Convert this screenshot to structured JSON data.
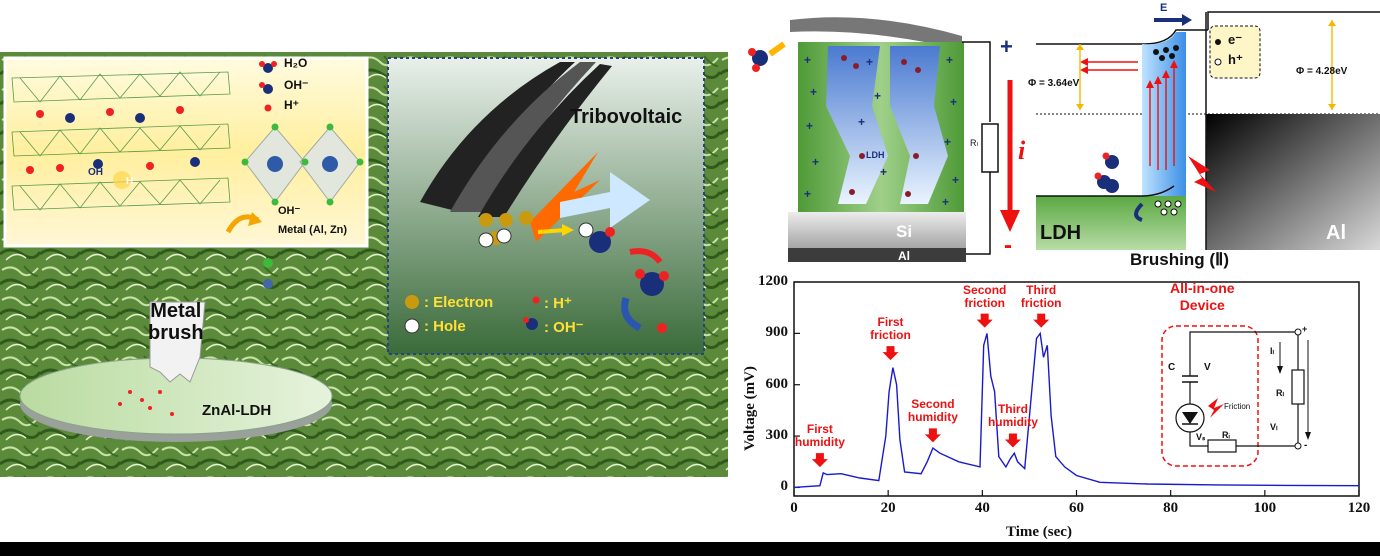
{
  "left_panel": {
    "legend_h2o": "H₂O",
    "legend_oh": "OH⁻",
    "legend_h": "H⁺",
    "legend_oh2": "OH⁻",
    "legend_metal": "Metal (Al, Zn)",
    "inlayer_oh": "OH",
    "inlayer_h": "H",
    "metal_brush": "Metal\nbrush",
    "device_label": "ZnAl-LDH"
  },
  "mid_panel": {
    "title": "Tribovoltaic",
    "legend_electron": ": Electron",
    "legend_hole": ": Hole",
    "legend_h": ": H⁺",
    "legend_oh": ": OH⁻"
  },
  "schematic": {
    "plus": "+",
    "minus": "-",
    "ldh_inner": "LDH",
    "si": "Si",
    "al": "Al",
    "rl": "Rₗ",
    "current": "i"
  },
  "band": {
    "field": "E",
    "phi_ldh": "Φ = 3.64eV",
    "phi_al": "Φ = 4.28eV",
    "legend_e": "e⁻",
    "legend_h": "h⁺",
    "ldh": "LDH",
    "al": "Al",
    "caption": "Brushing (Ⅱ)"
  },
  "chart_data": {
    "type": "line",
    "xlabel": "Time (sec)",
    "ylabel": "Voltage (mV)",
    "xlim": [
      0,
      120
    ],
    "ylim": [
      -50,
      1200
    ],
    "xticks": [
      "0",
      "20",
      "40",
      "60",
      "80",
      "100",
      "120"
    ],
    "yticks": [
      "0",
      "300",
      "600",
      "900",
      "1200"
    ],
    "series": [
      {
        "color": "#1a1acc",
        "x": [
          0,
          5.5,
          6.2,
          7,
          10,
          14,
          18,
          19.5,
          20.2,
          21,
          21.8,
          22.5,
          23.5,
          27,
          28.3,
          29.5,
          31,
          35,
          39.5,
          40.3,
          41,
          41.8,
          42.6,
          43.5,
          45,
          46,
          46.8,
          47.5,
          49,
          51.5,
          52.3,
          53,
          53.8,
          54.6,
          55.6,
          57.5,
          60,
          65,
          75,
          90,
          105,
          120
        ],
        "y": [
          0,
          10,
          85,
          75,
          80,
          55,
          40,
          300,
          560,
          700,
          600,
          280,
          90,
          80,
          150,
          230,
          200,
          150,
          120,
          830,
          900,
          650,
          560,
          180,
          120,
          170,
          200,
          150,
          110,
          870,
          900,
          760,
          830,
          420,
          180,
          120,
          70,
          30,
          20,
          15,
          12,
          10
        ]
      }
    ],
    "annotations": [
      {
        "text": "First\nhumidity",
        "x": 5.5,
        "y": 95
      },
      {
        "text": "First\nfriction",
        "x": 20.5,
        "y": 720
      },
      {
        "text": "Second\nhumidity",
        "x": 29.5,
        "y": 240
      },
      {
        "text": "Second\nfriction",
        "x": 40.5,
        "y": 910
      },
      {
        "text": "Third\nhumidity",
        "x": 46.5,
        "y": 210
      },
      {
        "text": "Third\nfriction",
        "x": 52.5,
        "y": 910
      }
    ]
  },
  "circuit": {
    "title": "All-in-one\nDevice",
    "c": "C",
    "v": "V",
    "vs": "Vₛ",
    "friction": "Friction",
    "ri": "Rᵢ",
    "il": "Iₗ",
    "rl": "Rₗ",
    "vl": "Vₗ",
    "plus": "+",
    "minus": "-"
  }
}
